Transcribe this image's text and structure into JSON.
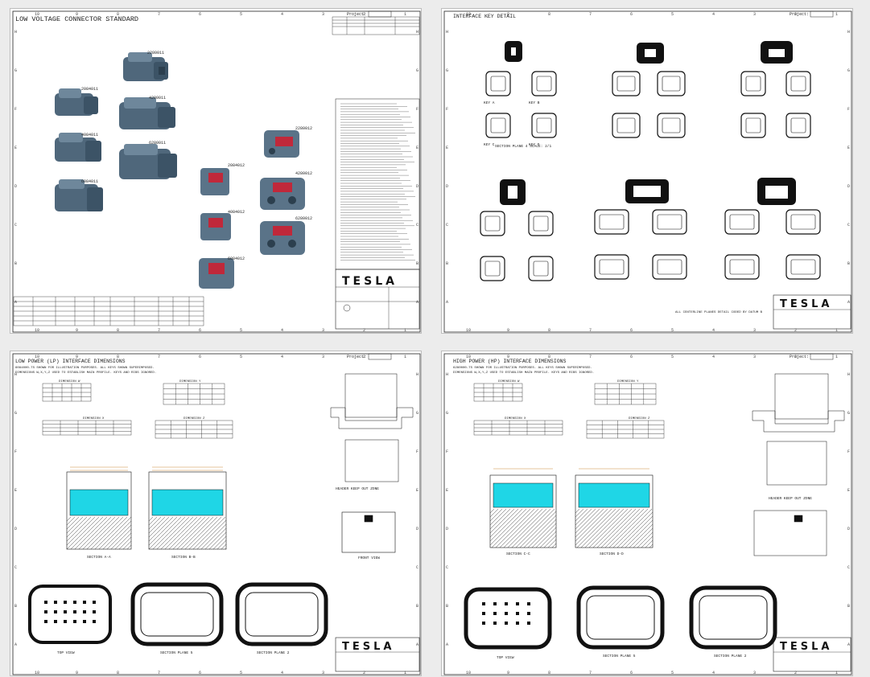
{
  "sheets": [
    {
      "title": "LOW VOLTAGE CONNECTOR STANDARD",
      "project_label": "Project:",
      "connectors_grey": [
        "2280011",
        "2084011",
        "4280011",
        "4084011",
        "6280011",
        "6084011"
      ],
      "connectors_red": [
        "2280012",
        "2084012",
        "4280012",
        "4084012",
        "6280012",
        "6084012"
      ]
    },
    {
      "title": "INTERFACE KEY DETAIL",
      "project_label": "Project:",
      "key_labels": [
        "KEY A",
        "KEY B",
        "KEY C",
        "KEY D"
      ],
      "scale_note": "SECTION PLANE 4  SCALE: 2/1",
      "note": "ALL CENTERLINE PLANES DETAIL CODED BY DATUM B"
    },
    {
      "title": "LOW POWER (LP) INTERFACE DIMENSIONS",
      "subtitle_1": "6084000-TS SHOWN FOR ILLUSTRATION PURPOSES. ALL KEYS SHOWN SUPERIMPOSED.",
      "subtitle_2": "DIMENSIONS W,X,Y,Z USED TO ESTABLISH MAIN PROFILE. KEYS AND RIBS IGNORED.",
      "project_label": "Project:",
      "dim_w": "DIMENSION W",
      "dim_x": "DIMENSION X",
      "dim_y": "DIMENSION Y",
      "dim_z": "DIMENSION Z",
      "section_a": "SECTION A-A",
      "section_b": "SECTION B-B",
      "header_keep_out": "HEADER KEEP OUT ZONE",
      "front_view": "FRONT VIEW",
      "top_view": "TOP VIEW",
      "section_plane_5": "SECTION PLANE 5",
      "section_plane_2": "SECTION PLANE 2"
    },
    {
      "title": "HIGH POWER (HP) INTERFACE DIMENSIONS",
      "subtitle_1": "6280000-TS SHOWN FOR ILLUSTRATION PURPOSES. ALL KEYS SHOWN SUPERIMPOSED.",
      "subtitle_2": "DIMENSIONS W,X,Y,Z USED TO ESTABLISH MAIN PROFILE. KEYS AND RIBS IGNORED.",
      "project_label": "Project:",
      "dim_w": "DIMENSION W",
      "dim_x": "DIMENSION X",
      "dim_y": "DIMENSION Y",
      "dim_z": "DIMENSION Z",
      "section_c": "SECTION C-C",
      "section_d": "SECTION D-D",
      "header_keep_out": "HEADER KEEP OUT ZONE",
      "top_view": "TOP VIEW",
      "section_plane_5": "SECTION PLANE 5",
      "section_plane_2": "SECTION PLANE 2"
    }
  ],
  "brand": "TESLA",
  "border_numbers": [
    "10",
    "9",
    "8",
    "7",
    "6",
    "5",
    "4",
    "3",
    "2",
    "1"
  ],
  "border_letters": [
    "H",
    "G",
    "F",
    "E",
    "D",
    "C",
    "B",
    "A"
  ],
  "colors": {
    "connector_grey": "#5a7388",
    "connector_red": "#c0283a",
    "highlight": "#1fd6e6"
  }
}
